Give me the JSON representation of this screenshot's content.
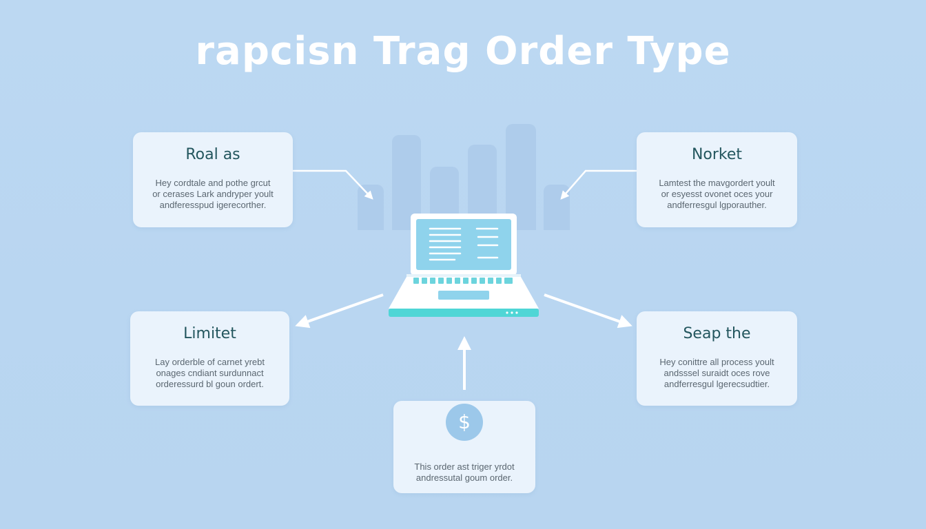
{
  "title": "rapcisn Trag Order Type",
  "center": {
    "icon": "laptop-icon"
  },
  "cards": {
    "top_left": {
      "title": "Roal as",
      "lines": [
        "Hey cordtale and pothe grcut",
        "or cerases Lark andryper yoult",
        "andferesspud igerecorther."
      ]
    },
    "top_right": {
      "title": "Norket",
      "lines": [
        "Lamtest the mavgordert yoult",
        "or esyesst ovonet oces your",
        "andferresgul lgporauther."
      ]
    },
    "mid_left": {
      "title": "Limitet",
      "lines": [
        "Lay orderble of carnet yrebt",
        "onages cndiant surdunnact",
        "orderessurd bl goun ordert."
      ]
    },
    "mid_right": {
      "title": "Seap the",
      "lines": [
        "Hey conittre all process yoult",
        "andsssel suraidt oces rove",
        "andferresgul lgerecsudtier."
      ]
    },
    "bottom": {
      "icon": "$",
      "lines": [
        "This order ast triger yrdot",
        "andressutal goum order."
      ]
    }
  },
  "colors": {
    "background": "#bcd8f2",
    "card": "#eaf3fc",
    "heading": "#23565e",
    "accent": "#4fd6d6",
    "arrow": "#ffffff"
  }
}
